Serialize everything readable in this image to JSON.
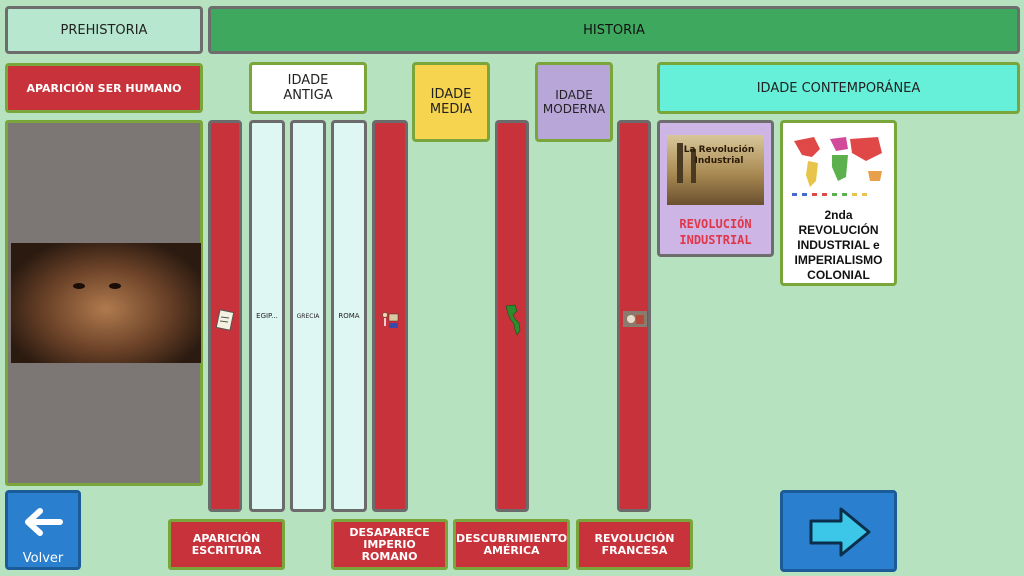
{
  "header": {
    "prehistoria": "PREHISTORIA",
    "historia": "HISTORIA"
  },
  "eras": {
    "aparicion": "APARICIÓN SER HUMANO",
    "antiga": "IDADE ANTIGA",
    "media": "IDADE MEDIA",
    "moderna": "IDADE MODERNA",
    "contemporanea": "IDADE CONTEMPORÁNEA"
  },
  "columns": {
    "egipto": "EGIP...",
    "grecia": "GRECIA",
    "roma": "ROMA"
  },
  "cards": {
    "revolucion_industrial_image_caption": "La Revolución Industrial",
    "revolucion_industrial": "REVOLUCIÓN INDUSTRIAL",
    "imperialismo": "2nda REVOLUCIÓN INDUSTRIAL e IMPERIALISMO COLONIAL"
  },
  "bottom": {
    "escritura": "APARICIÓN ESCRITURA",
    "imperio_romano": "DESAPARECE IMPERIO ROMANO",
    "america": "DESCUBRIMIENTO AMÉRICA",
    "francesa": "REVOLUCIÓN FRANCESA",
    "volver": "Volver"
  },
  "colors": {
    "background": "#b6e2c0",
    "header_green": "#3da85e",
    "red": "#c8323a",
    "antiga": "#ffffff",
    "media": "#f7d44f",
    "moderna": "#b9a6d9",
    "contemporanea": "#66f0da",
    "nav_blue": "#2a7fcf"
  }
}
